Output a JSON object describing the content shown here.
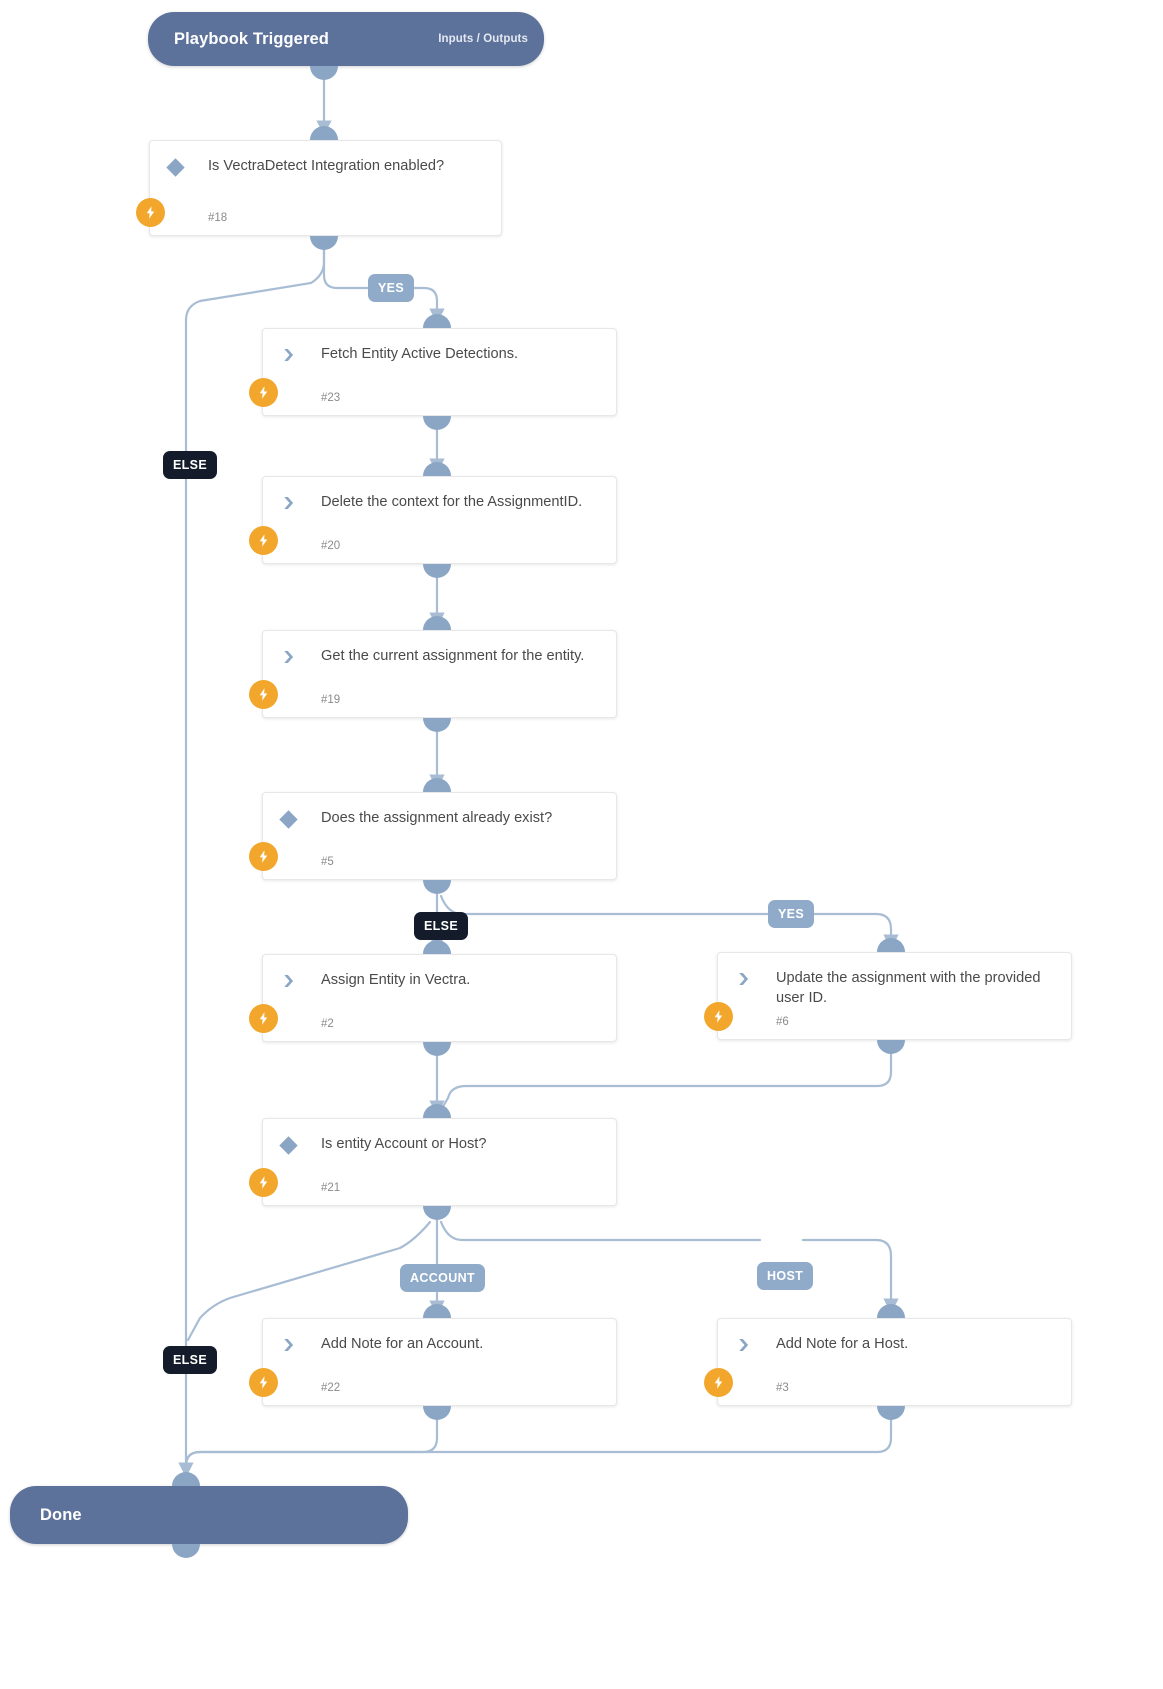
{
  "diagram": {
    "type": "playbook-flowchart",
    "title": "Playbook Triggered",
    "start": {
      "label": "Playbook Triggered",
      "meta": "Inputs / Outputs"
    },
    "end": {
      "label": "Done"
    },
    "colors": {
      "terminal": "#5d729b",
      "connector": "#a8bdd4",
      "dock": "#8ba6c4",
      "tag_positive": "#8fabc9",
      "tag_else": "#141c2b",
      "bolt": "#f2a72c",
      "card_bg": "#ffffff",
      "card_border": "#e7e7e9",
      "text": "#4a4a4a",
      "id_text": "#8b8b8b"
    },
    "nodes": [
      {
        "id": "n18",
        "kind": "condition",
        "title": "Is VectraDetect Integration enabled?",
        "ref": "#18",
        "icon": "diamond-icon",
        "badge": "bolt-icon"
      },
      {
        "id": "n23",
        "kind": "action",
        "title": "Fetch Entity Active Detections.",
        "ref": "#23",
        "icon": "chevron-right-icon",
        "badge": "bolt-icon"
      },
      {
        "id": "n20",
        "kind": "action",
        "title": "Delete the context for the AssignmentID.",
        "ref": "#20",
        "icon": "chevron-right-icon",
        "badge": "bolt-icon"
      },
      {
        "id": "n19",
        "kind": "action",
        "title": "Get the current assignment for the entity.",
        "ref": "#19",
        "icon": "chevron-right-icon",
        "badge": "bolt-icon"
      },
      {
        "id": "n5",
        "kind": "condition",
        "title": "Does the assignment already exist?",
        "ref": "#5",
        "icon": "diamond-icon",
        "badge": "bolt-icon"
      },
      {
        "id": "n2",
        "kind": "action",
        "title": "Assign Entity in Vectra.",
        "ref": "#2",
        "icon": "chevron-right-icon",
        "badge": "bolt-icon"
      },
      {
        "id": "n6",
        "kind": "action",
        "title": "Update the assignment with the provided user ID.",
        "ref": "#6",
        "icon": "chevron-right-icon",
        "badge": "bolt-icon"
      },
      {
        "id": "n21",
        "kind": "condition",
        "title": "Is entity Account or Host?",
        "ref": "#21",
        "icon": "diamond-icon",
        "badge": "bolt-icon"
      },
      {
        "id": "n22",
        "kind": "action",
        "title": "Add Note for an Account.",
        "ref": "#22",
        "icon": "chevron-right-icon",
        "badge": "bolt-icon"
      },
      {
        "id": "n3",
        "kind": "action",
        "title": "Add Note for a Host.",
        "ref": "#3",
        "icon": "chevron-right-icon",
        "badge": "bolt-icon"
      }
    ],
    "branch_labels": {
      "yes_top": "YES",
      "else_top": "ELSE",
      "yes_assign": "YES",
      "else_assign": "ELSE",
      "account": "ACCOUNT",
      "host": "HOST",
      "else_bottom": "ELSE"
    },
    "edges": [
      {
        "from": "start",
        "to": "n18",
        "label": ""
      },
      {
        "from": "n18",
        "to": "n23",
        "label": "YES"
      },
      {
        "from": "n18",
        "to": "end",
        "label": "ELSE"
      },
      {
        "from": "n23",
        "to": "n20",
        "label": ""
      },
      {
        "from": "n20",
        "to": "n19",
        "label": ""
      },
      {
        "from": "n19",
        "to": "n5",
        "label": ""
      },
      {
        "from": "n5",
        "to": "n2",
        "label": "ELSE"
      },
      {
        "from": "n5",
        "to": "n6",
        "label": "YES"
      },
      {
        "from": "n2",
        "to": "n21",
        "label": ""
      },
      {
        "from": "n6",
        "to": "n21",
        "label": ""
      },
      {
        "from": "n21",
        "to": "n22",
        "label": "ACCOUNT"
      },
      {
        "from": "n21",
        "to": "n3",
        "label": "HOST"
      },
      {
        "from": "n21",
        "to": "end",
        "label": "ELSE"
      },
      {
        "from": "n22",
        "to": "end",
        "label": ""
      },
      {
        "from": "n3",
        "to": "end",
        "label": ""
      }
    ]
  }
}
